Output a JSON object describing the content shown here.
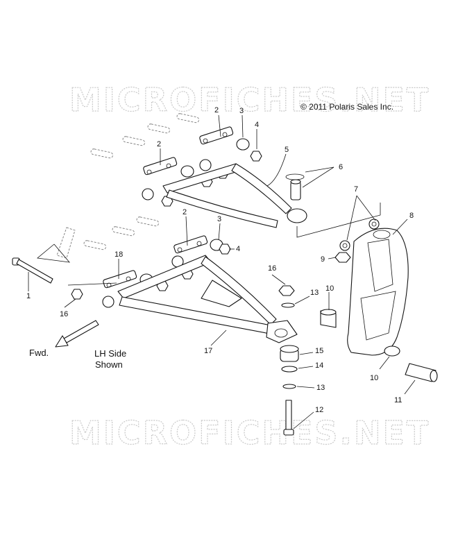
{
  "watermark": {
    "top": "MICROFICHES.NET",
    "bottom": "MICROFICHES.NET"
  },
  "copyright": "© 2011 Polaris Sales Inc.",
  "notes": {
    "forward": "Fwd.",
    "side_line1": "LH Side",
    "side_line2": "Shown"
  },
  "callouts": [
    {
      "id": "c2a",
      "label": "2"
    },
    {
      "id": "c3a",
      "label": "3"
    },
    {
      "id": "c4a",
      "label": "4"
    },
    {
      "id": "c2b",
      "label": "2"
    },
    {
      "id": "c5",
      "label": "5"
    },
    {
      "id": "c6",
      "label": "6"
    },
    {
      "id": "c7",
      "label": "7"
    },
    {
      "id": "c8",
      "label": "8"
    },
    {
      "id": "c9",
      "label": "9"
    },
    {
      "id": "c2c",
      "label": "2"
    },
    {
      "id": "c3b",
      "label": "3"
    },
    {
      "id": "c4b",
      "label": "4"
    },
    {
      "id": "c18",
      "label": "18"
    },
    {
      "id": "c1",
      "label": "1"
    },
    {
      "id": "c16a",
      "label": "16"
    },
    {
      "id": "c16b",
      "label": "16"
    },
    {
      "id": "c13a",
      "label": "13"
    },
    {
      "id": "c10a",
      "label": "10"
    },
    {
      "id": "c17",
      "label": "17"
    },
    {
      "id": "c15",
      "label": "15"
    },
    {
      "id": "c14",
      "label": "14"
    },
    {
      "id": "c13b",
      "label": "13"
    },
    {
      "id": "c10b",
      "label": "10"
    },
    {
      "id": "c11",
      "label": "11"
    },
    {
      "id": "c12",
      "label": "12"
    }
  ]
}
